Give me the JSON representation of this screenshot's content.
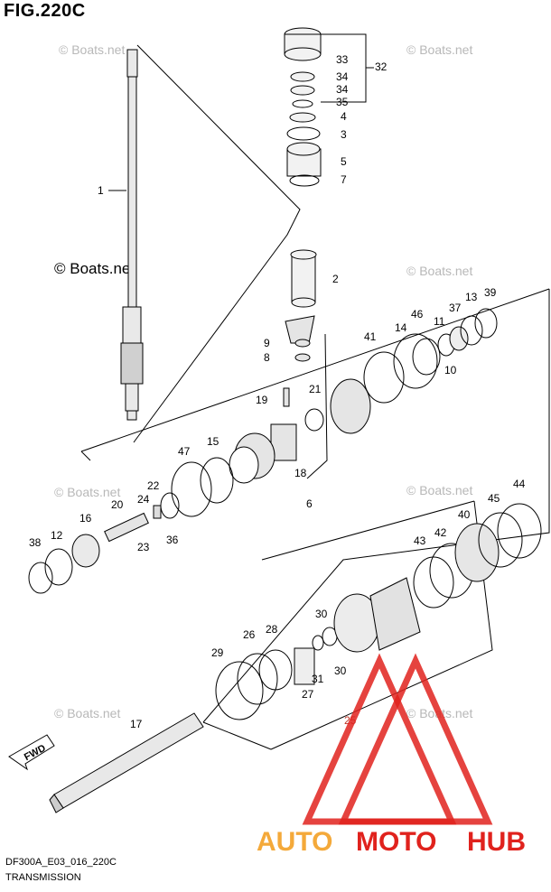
{
  "figure_title": "FIG.220C",
  "footer": {
    "code": "DF300A_E03_016_220C",
    "section": "TRANSMISSION"
  },
  "watermarks": {
    "boats_net": "© Boats.net"
  },
  "direction_arrow": "FWD",
  "logo": {
    "part1": "AUTO",
    "part2": "MOTO",
    "part3": "HUB",
    "color1": "#f4a93a",
    "color2": "#e0221d",
    "color3": "#e0221d"
  },
  "callouts": [
    "1",
    "2",
    "3",
    "4",
    "5",
    "6",
    "7",
    "8",
    "9",
    "10",
    "11",
    "12",
    "13",
    "14",
    "15",
    "16",
    "17",
    "18",
    "19",
    "20",
    "21",
    "22",
    "23",
    "24",
    "25",
    "26",
    "27",
    "28",
    "29",
    "30",
    "30",
    "31",
    "32",
    "33",
    "34",
    "34",
    "35",
    "36",
    "37",
    "38",
    "39",
    "40",
    "41",
    "42",
    "43",
    "44",
    "45",
    "46",
    "47"
  ]
}
